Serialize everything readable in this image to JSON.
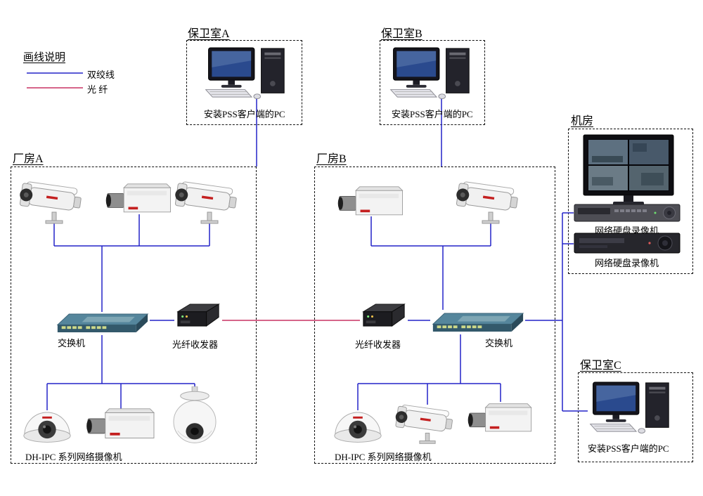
{
  "legend": {
    "title": "画线说明",
    "twisted_pair_label": "双绞线",
    "fiber_label": "光  纤"
  },
  "guard_room_a": {
    "title": "保卫室A",
    "pc_label": "安装PSS客户端的PC"
  },
  "guard_room_b": {
    "title": "保卫室B",
    "pc_label": "安装PSS客户端的PC"
  },
  "guard_room_c": {
    "title": "保卫室C",
    "pc_label": "安装PSS客户端的PC"
  },
  "machine_room": {
    "title": "机房",
    "nvr1_label": "网络硬盘录像机",
    "nvr2_label": "网络硬盘录像机"
  },
  "factory_a": {
    "title": "厂房A",
    "switch_label": "交换机",
    "transceiver_label": "光纤收发器",
    "cameras_label": "DH-IPC 系列网络摄像机"
  },
  "factory_b": {
    "title": "厂房B",
    "switch_label": "交换机",
    "transceiver_label": "光纤收发器",
    "cameras_label": "DH-IPC 系列网络摄像机"
  },
  "colors": {
    "twisted_pair": "#2323c8",
    "fiber": "#c83264"
  }
}
